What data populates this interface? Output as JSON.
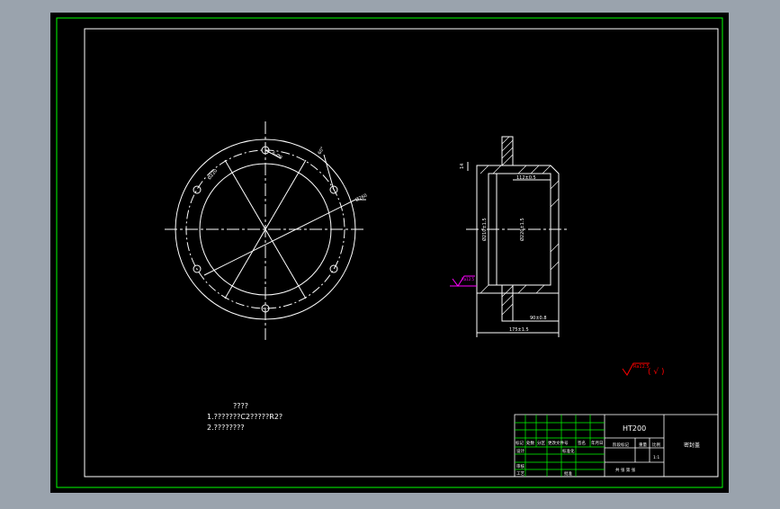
{
  "colors": {
    "background": "#000000",
    "frame": "#00ff00",
    "lines": "#ffffff",
    "accent_red": "#ff0000",
    "accent_magenta": "#ff00ff",
    "viewport_bg": "#9aa3ad"
  },
  "notes": {
    "heading": "????",
    "line1": "1.???????C2?????R2?",
    "line2": "2.????????"
  },
  "surface_symbol": {
    "label": "Ra12.5",
    "suffix": "( √ )"
  },
  "front_view": {
    "labels": {
      "hole_callout": "6-Ø9",
      "bolt_circle": "Ø220",
      "angle": "60°",
      "outer_diameter": "Ø260"
    }
  },
  "section_view": {
    "labels": {
      "flange_thickness": "14",
      "inner_dim": "112±0.5",
      "bore_left": "Ø210±1.5",
      "bore_right": "Ø220±1.5",
      "surface_finish": "Ra12.5",
      "depth_dim": "90±0.8",
      "overall_length": "175±1.5"
    }
  },
  "title_block": {
    "material": "HT200",
    "part_name": "密封盖",
    "header_row": [
      "标记",
      "处数",
      "分区",
      "更改文件号",
      "签名",
      "年月日"
    ],
    "row_design": [
      "设计",
      "",
      "标准化"
    ],
    "row_review": "审核",
    "row_process": "工艺",
    "row_approve": "批准",
    "stage_labels": [
      "阶段标记",
      "重量",
      "比例"
    ],
    "scale": "1:1",
    "sheet_info": "共 张 第 张"
  }
}
